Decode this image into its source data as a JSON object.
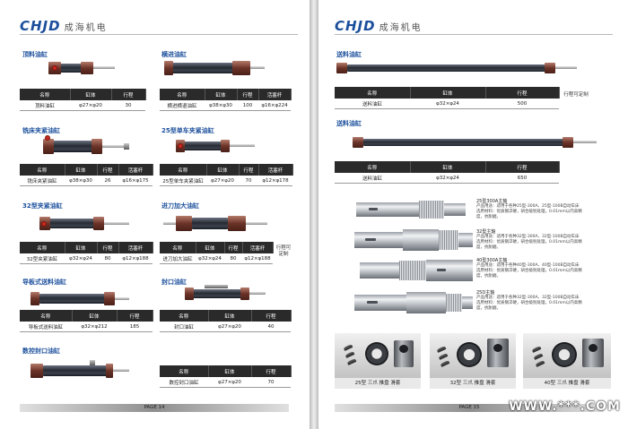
{
  "brand": {
    "logo": "CHJD",
    "name": "成海机电"
  },
  "left": {
    "footer": "PAGE 14",
    "products": [
      {
        "title": "顶料油缸",
        "headers": [
          "名称",
          "缸体",
          "行程"
        ],
        "row": [
          "顶料油缸",
          "φ27×φ20",
          "30"
        ]
      },
      {
        "title": "横进油缸",
        "headers": [
          "名称",
          "缸体",
          "行程",
          "活塞杆"
        ],
        "row": [
          "横进横退油缸",
          "φ38×φ30",
          "100",
          "φ16×φ224"
        ]
      },
      {
        "title": "铣床夹紧油缸",
        "headers": [
          "名称",
          "缸体",
          "行程",
          "活塞杆"
        ],
        "row": [
          "铣床夹紧油缸",
          "φ38×φ30",
          "26",
          "φ16×φ175"
        ]
      },
      {
        "title": "25型单车夹紧油缸",
        "headers": [
          "名称",
          "缸体",
          "行程",
          "活塞杆"
        ],
        "row": [
          "25型单车夹紧油缸",
          "φ27×φ20",
          "70",
          "φ12×φ178"
        ]
      },
      {
        "title": "32型夹紧油缸",
        "headers": [
          "名称",
          "缸体",
          "行程",
          "活塞杆"
        ],
        "row": [
          "32型夹紧油缸",
          "φ32×φ24",
          "80",
          "φ12×φ188"
        ]
      },
      {
        "title": "进刀加大油缸",
        "headers": [
          "名称",
          "缸体",
          "行程",
          "活塞杆"
        ],
        "row": [
          "进刀加大油缸",
          "φ32×φ24",
          "80",
          "φ12×φ188"
        ],
        "note": "行程可定制"
      },
      {
        "title": "导板式送料油缸",
        "headers": [
          "名称",
          "缸体",
          "行程"
        ],
        "row": [
          "导板式送料油缸",
          "φ32×φ212",
          "185"
        ]
      },
      {
        "title": "封口油缸",
        "headers": [
          "名称",
          "缸体",
          "行程"
        ],
        "row": [
          "封口油缸",
          "φ27×φ20",
          "40"
        ]
      },
      {
        "title": "数控封口油缸",
        "headers": [
          "名称",
          "缸体",
          "行程"
        ],
        "row": [
          "数控封口油缸",
          "φ27×φ20",
          "70"
        ]
      }
    ]
  },
  "right": {
    "footer": "PAGE 15",
    "products": [
      {
        "title": "送料油缸",
        "headers": [
          "名称",
          "缸体",
          "行程"
        ],
        "row": [
          "送料油缸",
          "φ32×φ24",
          "500"
        ],
        "note": "行程可定制"
      },
      {
        "title": "送料油缸",
        "headers": [
          "名称",
          "缸体",
          "行程"
        ],
        "row": [
          "送料油缸",
          "φ32×φ24",
          "650"
        ]
      }
    ],
    "shafts": [
      {
        "title": "25型300A主轴",
        "lines": [
          "产品用途：适用于各种25型-300A、25型-100B自动车床",
          "选用材料：优质钢淬硬，研合级别处理，0.01mm以内高精",
          "度，抗耐磨。"
        ]
      },
      {
        "title": "32型主轴",
        "lines": [
          "产品用途：适用于各种32型-300A、32型-100B自动车床",
          "选用材料：优质钢淬硬，研合级别处理，0.01mm以内高精",
          "度，抗耐磨。"
        ]
      },
      {
        "title": "40型300A主轴",
        "lines": [
          "产品用途：适用于各种40型-300A、40型-100B自动车床",
          "选用材料：优质钢淬硬，研合级别处理，0.01mm以内高精",
          "度，抗耐磨。"
        ]
      },
      {
        "title": "25D主轴",
        "lines": [
          "产品用途：适用于各种32型-300A、32型-100B自动车床",
          "选用材料：优质钢淬硬，研合级别处理，0.01mm以内高精",
          "度，抗耐磨。"
        ]
      }
    ],
    "chucks": [
      {
        "label": "25型 三爪 推盘 滑套"
      },
      {
        "label": "32型 三爪 推盘 滑套"
      },
      {
        "label": "40型 三爪 推盘 滑套"
      }
    ]
  },
  "watermark": "WWW.***.COM"
}
